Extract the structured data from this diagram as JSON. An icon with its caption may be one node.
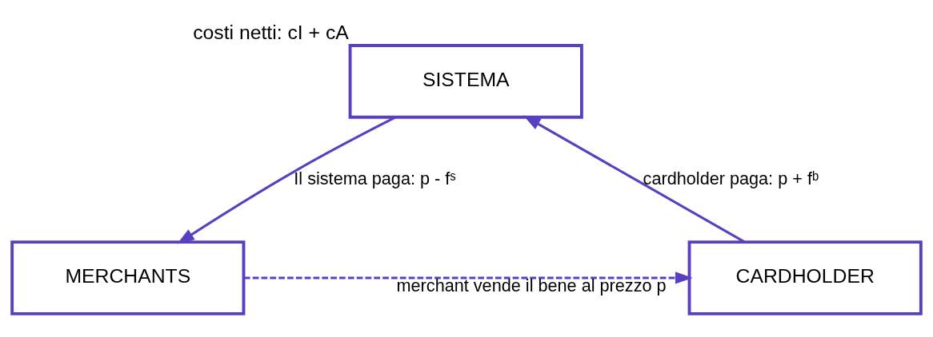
{
  "diagram": {
    "nodes": [
      {
        "text": [
          "SISTEMA"
        ],
        "beside": [
          "costi netti: cI + cA"
        ]
      },
      {
        "text": [
          "CARDHOLDER"
        ]
      },
      {
        "text": [
          "MERCHANTS"
        ]
      }
    ],
    "edges": [
      {
        "from": 1,
        "to": 0,
        "arrow": "to",
        "label": "cardholder paga: p + fᵇ"
      },
      {
        "from": 0,
        "to": 2,
        "arrow": "to",
        "label": "Il sistema paga: p - fˢ"
      },
      {
        "from": 2,
        "to": 1,
        "arrow": "to",
        "style": "dashed",
        "label": "merchant vende il bene al prezzo p"
      }
    ]
  }
}
